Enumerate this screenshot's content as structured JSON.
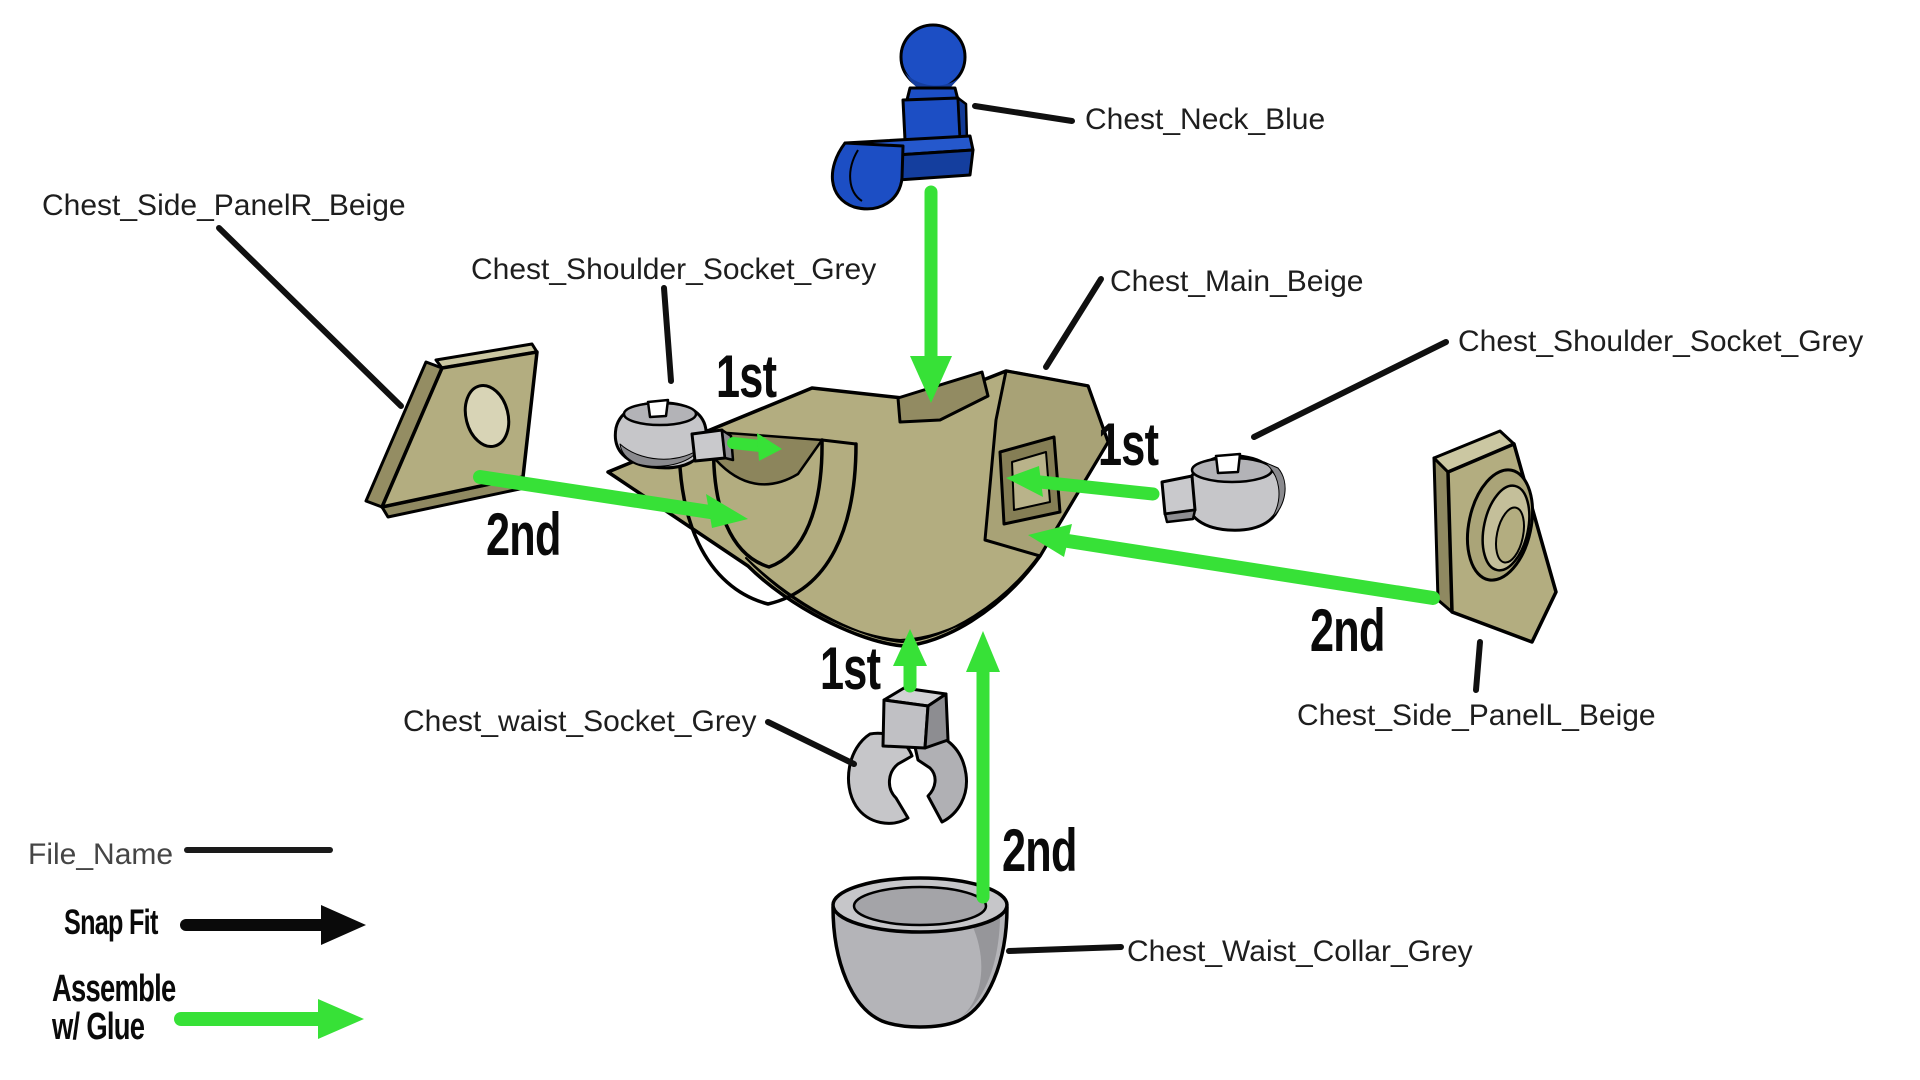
{
  "parts": {
    "neck": "Chest_Neck_Blue",
    "side_panel_r": "Chest_Side_PanelR_Beige",
    "shoulder_socket_l": "Chest_Shoulder_Socket_Grey",
    "main": "Chest_Main_Beige",
    "shoulder_socket_r": "Chest_Shoulder_Socket_Grey",
    "waist_socket": "Chest_waist_Socket_Grey",
    "side_panel_l": "Chest_Side_PanelL_Beige",
    "waist_collar": "Chest_Waist_Collar_Grey"
  },
  "steps": {
    "first": "1st",
    "second": "2nd"
  },
  "legend": {
    "file_name": "File_Name",
    "snap_fit": "Snap Fit",
    "glue_line1": "Assemble",
    "glue_line2": "w/ Glue"
  },
  "colors": {
    "glue_green": "#37e137",
    "snap_black": "#000000",
    "beige_face": "#b3ad80",
    "beige_light": "#cbc7a2",
    "beige_dark": "#8f8961",
    "grey_light": "#c6c6c9",
    "grey_mid": "#b0b0b4",
    "grey_dark": "#8a8a8e",
    "blue": "#1c4ec4",
    "blue_dark": "#143e9e",
    "background": "#ffffff"
  }
}
